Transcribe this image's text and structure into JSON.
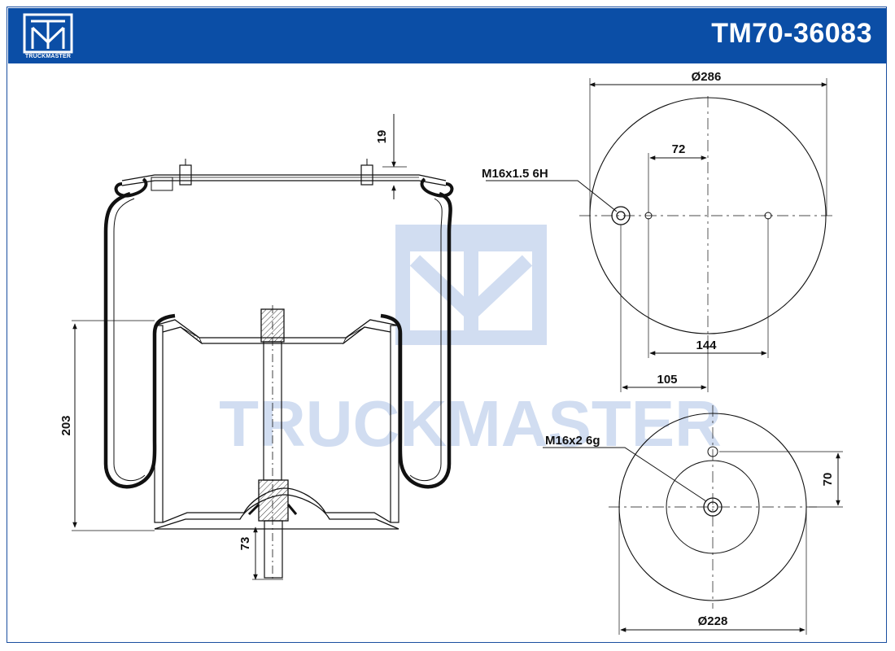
{
  "header": {
    "logo_text": "TRUCKMASTER",
    "part_number": "TM70-36083",
    "background_color": "#0b4ea6"
  },
  "watermark": {
    "text": "TRUCKMASTER",
    "color": "#c9d8ef"
  },
  "dimensions": {
    "top_offset": "19",
    "height": "203",
    "stud_length": "73",
    "top_diameter": "Ø286",
    "top_offset_72": "72",
    "top_spacing_144": "144",
    "top_offset_105": "105",
    "bottom_diameter": "Ø228",
    "bottom_offset_70": "70"
  },
  "callouts": {
    "top_thread": "M16x1.5 6H",
    "bottom_thread": "M16x2 6g"
  }
}
